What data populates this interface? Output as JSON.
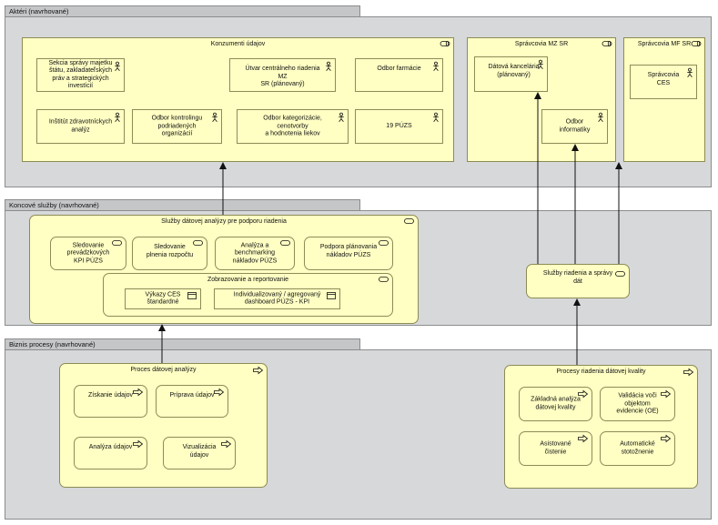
{
  "layers": {
    "actors": {
      "label": "Aktéri (navrhované)"
    },
    "services": {
      "label": "Koncové služby (navrhované)"
    },
    "processes": {
      "label": "Biznis procesy (navrhované)"
    }
  },
  "actors": {
    "consumers": {
      "title": "Konzumenti údajov",
      "items": [
        "Sekcia správy majetku\nštátu, zakladateľských\npráv a strategických\ninvestícií",
        "Útvar centrálneho riadenia MZ\nSR (plánovaný)",
        "Odbor farmácie",
        "Inštitút zdravotníckych\nanalýz",
        "Odbor kontrolingu\npodriadených\norganizácií",
        "Odbor kategorizácie, cenotvorby\na hodnotenia liekov",
        "19 PÚZS"
      ]
    },
    "mz_admins": {
      "title": "Správcovia MZ SR",
      "items": [
        "Dátová kancelária\n(plánovaný)",
        "Odbor\ninformatiky"
      ]
    },
    "mf_admins": {
      "title": "Správcovia MF SR",
      "items": [
        "Správcovia CES"
      ]
    }
  },
  "services": {
    "analytics": {
      "title": "Služby dátovej analýzy pre podporu riadenia",
      "items": [
        "Sledovanie\nprevádzkových\nKPI PÚZS",
        "Sledovanie\nplnenia rozpočtu",
        "Analýza a\nbenchmarking\nnákladov PÚZS",
        "Podpora plánovania\nnákladov PÚZS"
      ],
      "reporting": {
        "title": "Zobrazovanie a reportovanie",
        "items": [
          "Výkazy CES\nštandardné",
          "Individualizovaný / agregovaný\ndashboard PÚZS - KPI"
        ]
      }
    },
    "data_mgmt": {
      "title": "Služby riadenia a správy dát"
    }
  },
  "processes": {
    "analysis": {
      "title": "Proces dátovej analýzy",
      "items": [
        "Získanie údajov",
        "Príprava údajov",
        "Analýza údajov",
        "Vizualizácia\núdajov"
      ]
    },
    "quality": {
      "title": "Procesy riadenia dátovej kvality",
      "items": [
        "Základná analýza\ndátovej kvality",
        "Validácia voči\nobjektom\nevidencie (OE)",
        "Asistované\nčistenie",
        "Automatické\nstotožnenie"
      ]
    }
  }
}
